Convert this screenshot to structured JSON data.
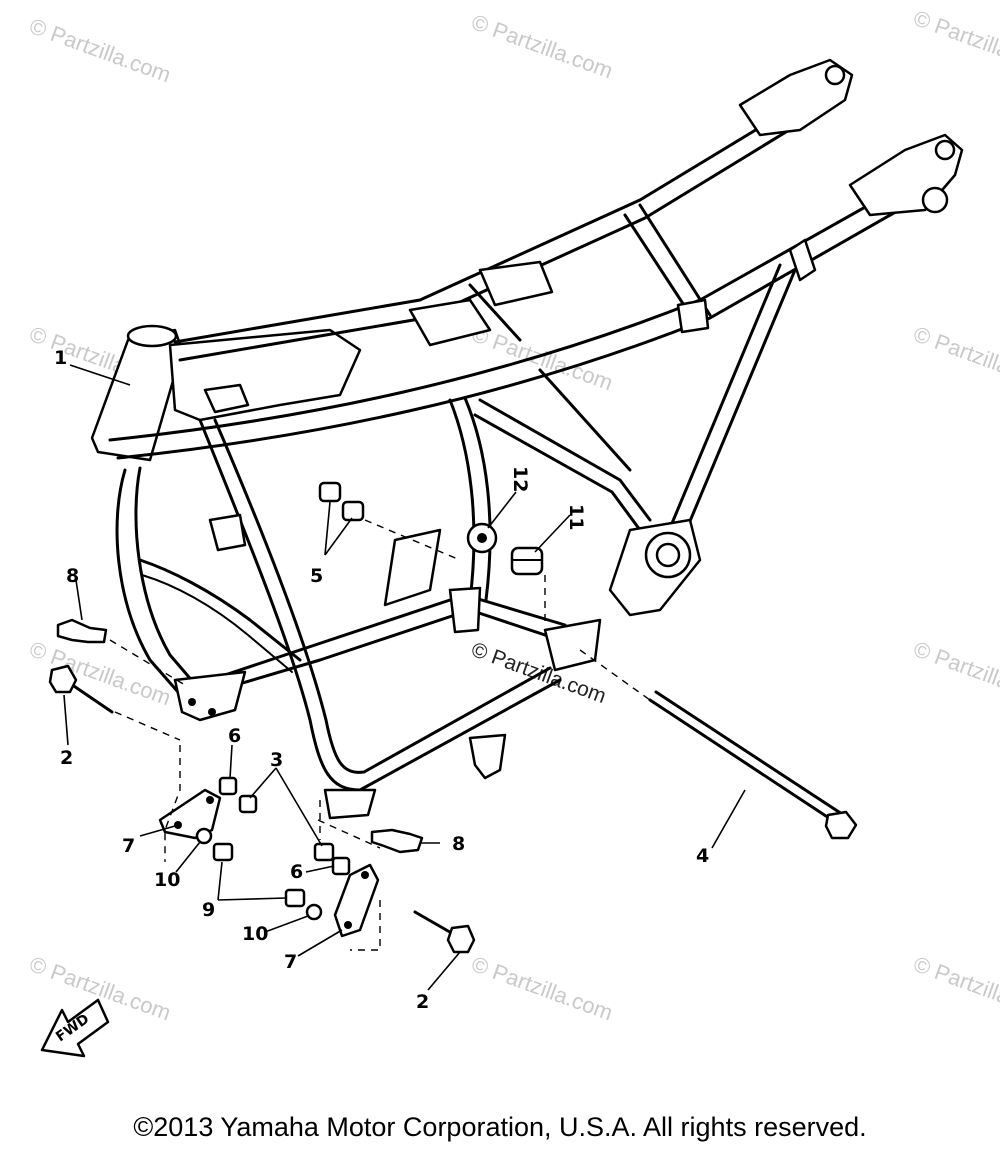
{
  "watermark_text": "© Partzilla.com",
  "callouts": [
    {
      "id": "1",
      "label": "1"
    },
    {
      "id": "2a",
      "label": "2"
    },
    {
      "id": "2b",
      "label": "2"
    },
    {
      "id": "3",
      "label": "3"
    },
    {
      "id": "4",
      "label": "4"
    },
    {
      "id": "5",
      "label": "5"
    },
    {
      "id": "6a",
      "label": "6"
    },
    {
      "id": "6b",
      "label": "6"
    },
    {
      "id": "7a",
      "label": "7"
    },
    {
      "id": "7b",
      "label": "7"
    },
    {
      "id": "8a",
      "label": "8"
    },
    {
      "id": "8b",
      "label": "8"
    },
    {
      "id": "9",
      "label": "9"
    },
    {
      "id": "10a",
      "label": "10"
    },
    {
      "id": "10b",
      "label": "10"
    },
    {
      "id": "11",
      "label": "11"
    },
    {
      "id": "12",
      "label": "12"
    }
  ],
  "fwd_label": "FWD",
  "copyright": "©2013 Yamaha Motor Corporation, U.S.A. All rights reserved."
}
